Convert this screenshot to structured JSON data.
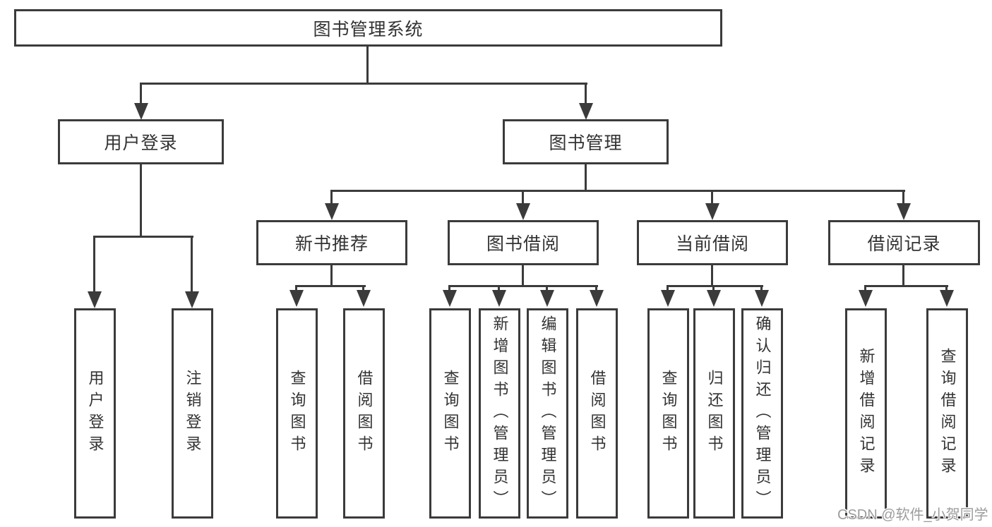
{
  "tree": {
    "label": "图书管理系统",
    "children": [
      {
        "label": "用户登录",
        "children": [
          {
            "label": "用户登录"
          },
          {
            "label": "注销登录"
          }
        ]
      },
      {
        "label": "图书管理",
        "children": [
          {
            "label": "新书推荐",
            "children": [
              {
                "label": "查询图书"
              },
              {
                "label": "借阅图书"
              }
            ]
          },
          {
            "label": "图书借阅",
            "children": [
              {
                "label": "查询图书"
              },
              {
                "label": "新增图书（管理员）"
              },
              {
                "label": "编辑图书（管理员）"
              },
              {
                "label": "借阅图书"
              }
            ]
          },
          {
            "label": "当前借阅",
            "children": [
              {
                "label": "查询图书"
              },
              {
                "label": "归还图书"
              },
              {
                "label": "确认归还（管理员）"
              }
            ]
          },
          {
            "label": "借阅记录",
            "children": [
              {
                "label": "新增借阅记录"
              },
              {
                "label": "查询借阅记录"
              }
            ]
          }
        ]
      }
    ]
  },
  "watermark": {
    "text": "CSDN @软件_小贺同学"
  },
  "colors": {
    "line": "#3b3b3b",
    "text": "#333333",
    "background": "#ffffff",
    "watermark": "#9c9c9c"
  }
}
